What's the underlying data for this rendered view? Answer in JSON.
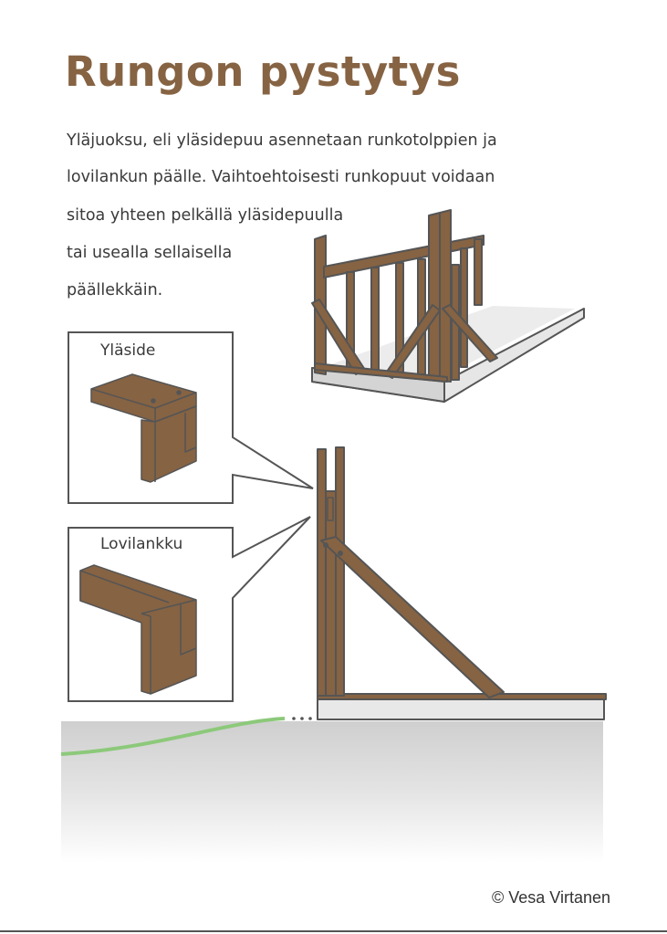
{
  "title": "Rungon pystytys",
  "paragraph": [
    "Yläjuoksu, eli yläsidepuu asennetaan runkotolppien ja",
    "lovilankun päälle. Vaihtoehtoisesti runkopuut voidaan",
    "sitoa yhteen pelkällä yläsidepuulla",
    "tai usealla sellaisella",
    "päällekkäin."
  ],
  "callouts": [
    {
      "label": "Yläside"
    },
    {
      "label": "Lovilankku"
    }
  ],
  "copyright": "© Vesa Virtanen",
  "colors": {
    "wood": "#866343",
    "outline": "#555555",
    "title": "#866343",
    "grass": "#8cc97a"
  }
}
